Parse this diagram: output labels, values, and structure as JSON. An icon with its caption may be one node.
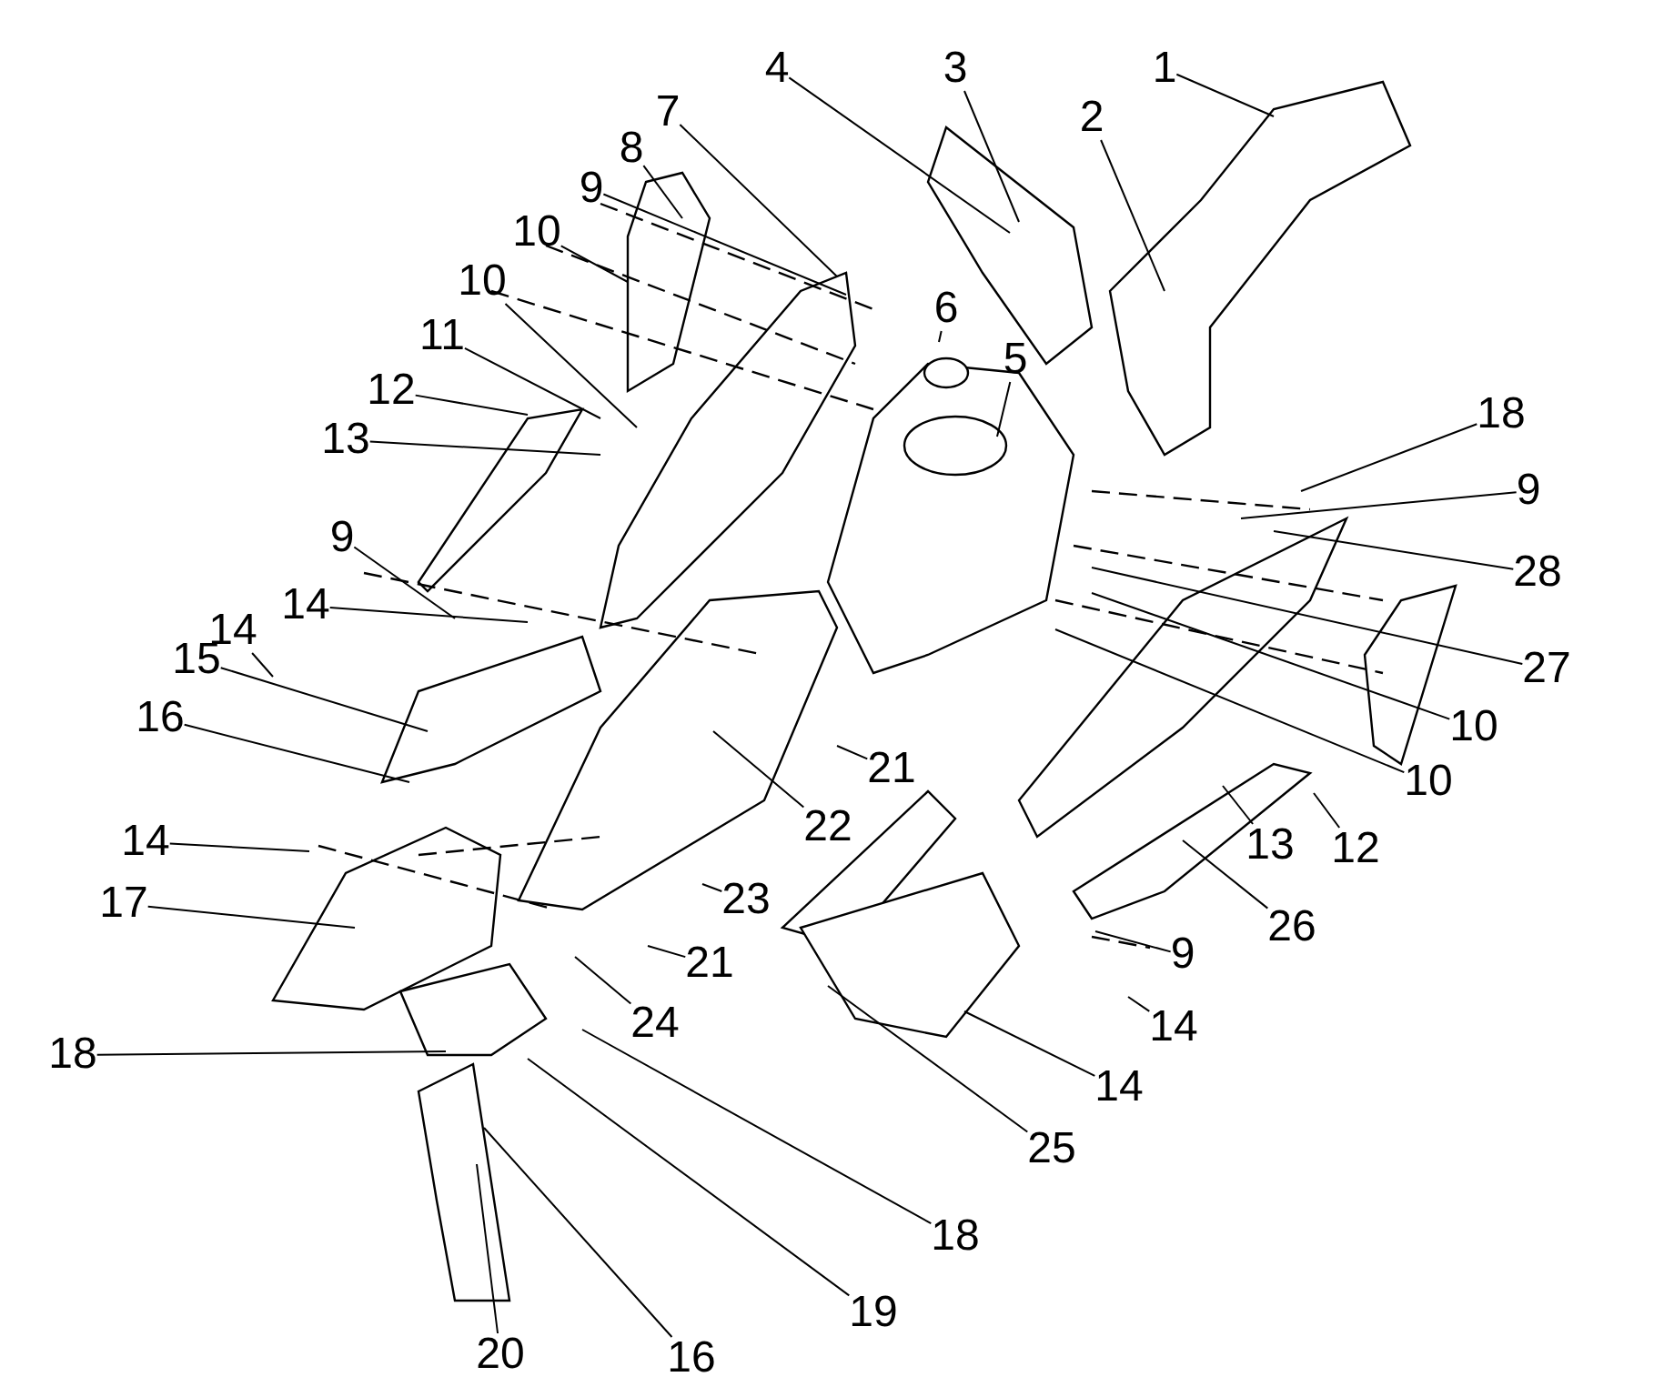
{
  "diagram": {
    "nodes": [
      {
        "text": [
          "1"
        ]
      },
      {
        "text": [
          "3"
        ]
      },
      {
        "text": [
          "4"
        ]
      },
      {
        "text": [
          "7"
        ]
      },
      {
        "text": [
          "2"
        ]
      },
      {
        "text": [
          "8"
        ]
      },
      {
        "text": [
          "9"
        ]
      },
      {
        "text": [
          "10"
        ]
      },
      {
        "text": [
          "10"
        ]
      },
      {
        "text": [
          "6"
        ]
      },
      {
        "text": [
          "11"
        ]
      },
      {
        "text": [
          "5"
        ]
      },
      {
        "text": [
          "12"
        ]
      },
      {
        "text": [
          "18"
        ]
      },
      {
        "text": [
          "13"
        ]
      },
      {
        "text": [
          "9"
        ]
      },
      {
        "text": [
          "9"
        ]
      },
      {
        "text": [
          "28"
        ]
      },
      {
        "text": [
          "14"
        ]
      },
      {
        "text": [
          "14"
        ]
      },
      {
        "text": [
          "15"
        ]
      },
      {
        "text": [
          "27"
        ]
      },
      {
        "text": [
          "16"
        ]
      },
      {
        "text": [
          "10"
        ]
      },
      {
        "text": [
          "21"
        ]
      },
      {
        "text": [
          "10"
        ]
      },
      {
        "text": [
          "22"
        ]
      },
      {
        "text": [
          "14"
        ]
      },
      {
        "text": [
          "13"
        ]
      },
      {
        "text": [
          "12"
        ]
      },
      {
        "text": [
          "23"
        ]
      },
      {
        "text": [
          "17"
        ]
      },
      {
        "text": [
          "26"
        ]
      },
      {
        "text": [
          "9"
        ]
      },
      {
        "text": [
          "21"
        ]
      },
      {
        "text": [
          "24"
        ]
      },
      {
        "text": [
          "14"
        ]
      },
      {
        "text": [
          "18"
        ]
      },
      {
        "text": [
          "14"
        ]
      },
      {
        "text": [
          "25"
        ]
      },
      {
        "text": [
          "18"
        ]
      },
      {
        "text": [
          "19"
        ]
      },
      {
        "text": [
          "20"
        ]
      },
      {
        "text": [
          "16"
        ]
      }
    ],
    "edges": [
      {
        "from": 0,
        "to": null,
        "arrow": "none"
      },
      {
        "from": 1,
        "to": null,
        "arrow": "none"
      },
      {
        "from": 2,
        "to": null,
        "arrow": "none"
      },
      {
        "from": 3,
        "to": null,
        "arrow": "none"
      },
      {
        "from": 4,
        "to": null,
        "arrow": "none"
      },
      {
        "from": 5,
        "to": null,
        "arrow": "none"
      },
      {
        "from": 6,
        "to": null,
        "arrow": "none"
      },
      {
        "from": 7,
        "to": null,
        "arrow": "none"
      },
      {
        "from": 8,
        "to": null,
        "arrow": "none"
      },
      {
        "from": 9,
        "to": null,
        "arrow": "none"
      },
      {
        "from": 10,
        "to": null,
        "arrow": "none"
      },
      {
        "from": 11,
        "to": null,
        "arrow": "none"
      },
      {
        "from": 12,
        "to": null,
        "arrow": "none"
      },
      {
        "from": 13,
        "to": null,
        "arrow": "none"
      },
      {
        "from": 14,
        "to": null,
        "arrow": "none"
      },
      {
        "from": 15,
        "to": null,
        "arrow": "none"
      },
      {
        "from": 16,
        "to": null,
        "arrow": "none"
      },
      {
        "from": 17,
        "to": null,
        "arrow": "none"
      },
      {
        "from": 18,
        "to": null,
        "arrow": "none"
      },
      {
        "from": 19,
        "to": null,
        "arrow": "none"
      },
      {
        "from": 20,
        "to": null,
        "arrow": "none"
      },
      {
        "from": 21,
        "to": null,
        "arrow": "none"
      },
      {
        "from": 22,
        "to": null,
        "arrow": "none"
      },
      {
        "from": 23,
        "to": null,
        "arrow": "none"
      },
      {
        "from": 24,
        "to": null,
        "arrow": "none"
      },
      {
        "from": 25,
        "to": null,
        "arrow": "none"
      },
      {
        "from": 26,
        "to": null,
        "arrow": "none"
      },
      {
        "from": 27,
        "to": null,
        "arrow": "none"
      },
      {
        "from": 28,
        "to": null,
        "arrow": "none"
      },
      {
        "from": 29,
        "to": null,
        "arrow": "none"
      },
      {
        "from": 30,
        "to": null,
        "arrow": "none"
      },
      {
        "from": 31,
        "to": null,
        "arrow": "none"
      },
      {
        "from": 32,
        "to": null,
        "arrow": "none"
      },
      {
        "from": 33,
        "to": null,
        "arrow": "none"
      },
      {
        "from": 34,
        "to": null,
        "arrow": "none"
      },
      {
        "from": 35,
        "to": null,
        "arrow": "none"
      },
      {
        "from": 36,
        "to": null,
        "arrow": "none"
      },
      {
        "from": 37,
        "to": null,
        "arrow": "none"
      },
      {
        "from": 38,
        "to": null,
        "arrow": "none"
      },
      {
        "from": 39,
        "to": null,
        "arrow": "none"
      },
      {
        "from": 40,
        "to": null,
        "arrow": "none"
      },
      {
        "from": 41,
        "to": null,
        "arrow": "none"
      },
      {
        "from": 42,
        "to": null,
        "arrow": "none"
      },
      {
        "from": 43,
        "to": null,
        "arrow": "none"
      }
    ]
  }
}
